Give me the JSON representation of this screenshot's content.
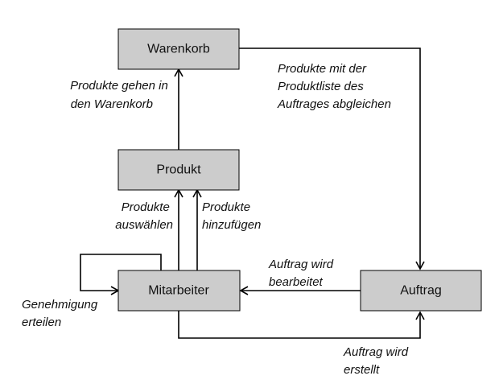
{
  "nodes": {
    "warenkorb": "Warenkorb",
    "produkt": "Produkt",
    "mitarbeiter": "Mitarbeiter",
    "auftrag": "Auftrag"
  },
  "edges": {
    "produkt_to_warenkorb": [
      "Produkte gehen in",
      "den Warenkorb"
    ],
    "warenkorb_to_auftrag": [
      "Produkte mit der",
      "Produktliste des",
      "Auftrages abgleichen"
    ],
    "mitarbeiter_to_produkt_select": [
      "Produkte",
      "auswählen"
    ],
    "mitarbeiter_to_produkt_add": [
      "Produkte",
      "hinzufügen"
    ],
    "auftrag_to_mitarbeiter": [
      "Auftrag wird",
      "bearbeitet"
    ],
    "mitarbeiter_self": [
      "Genehmigung",
      "erteilen"
    ],
    "mitarbeiter_to_auftrag": [
      "Auftrag wird",
      "erstellt"
    ]
  },
  "colors": {
    "node_fill": "#cccccc",
    "node_stroke": "#000000",
    "edge": "#000000"
  }
}
